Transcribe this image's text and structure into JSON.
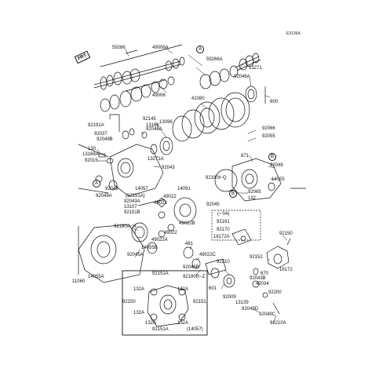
{
  "diagram_code": "E3136A",
  "front_marker": "FRT",
  "refs": {
    "A": "A",
    "B": "B"
  },
  "labels": {
    "l59266": "59266",
    "l49006A": "49006A",
    "l49006": "49006",
    "l59266A": "59266A",
    "l13271": "13271",
    "l92046A_top": "92046A",
    "l41080": "41080",
    "l600": "600",
    "l92145": "92145",
    "l13168": "13168",
    "l13096": "13096",
    "l92046A_mid": "92046A",
    "l92191A": "92191A",
    "l92037": "92037",
    "l92049B": "92049B",
    "l130": "130",
    "l13168A": "13168A",
    "l92015": "92015",
    "l13271A": "13271A",
    "l92043": "92043",
    "l92066": "92066",
    "l92055": "92055",
    "l671": "671",
    "l92049": "92049",
    "l14057_left": "14057",
    "l92046_left": "92046",
    "l92049A": "92049A",
    "l92043A": "92043A",
    "l92151A_p": "(92151A)",
    "l13107": "13107",
    "l92151B": "92151B",
    "l49022_a": "49022",
    "l14091": "14091",
    "l921801Q": "92180I~Q",
    "l14055": "14055",
    "l92065": "92065",
    "l132_r": "132",
    "l49022_b": "49022",
    "l49022B": "49022B",
    "l92045_r": "92045",
    "l04": "(~'04)",
    "l92191": "92191",
    "l92170": "92170",
    "l16172A": "16172A",
    "l92180AH": "92180A~H",
    "l49022_c": "49022",
    "l49022A": "49022A",
    "l14055B": "14055B",
    "l92045A": "92045A",
    "l481": "481",
    "l49022C": "49022C",
    "l92210": "92210",
    "l92150_r": "92150",
    "l92152": "92152",
    "l670": "670",
    "l16172": "16172",
    "l11060": "11060",
    "l14055A": "14055A",
    "l92046B": "92046B",
    "l92180RZ": "92180R~Z",
    "l601": "601",
    "l92009": "92009",
    "l13139": "13139",
    "l92043B": "92043B",
    "l42034": "42034",
    "l92200": "92200",
    "l92049D": "92049D",
    "l92049C": "92049C",
    "l92210A": "92210A",
    "l92151A_a": "92151A",
    "l132A_a": "132A",
    "l132A_b": "132A",
    "l92150_l": "92150",
    "l92151_r": "92151",
    "l132A_c": "132A",
    "l132A_d": "132A",
    "l132A_e": "132A",
    "l92151A_b": "92151A",
    "l14057_box": "(14057)"
  }
}
